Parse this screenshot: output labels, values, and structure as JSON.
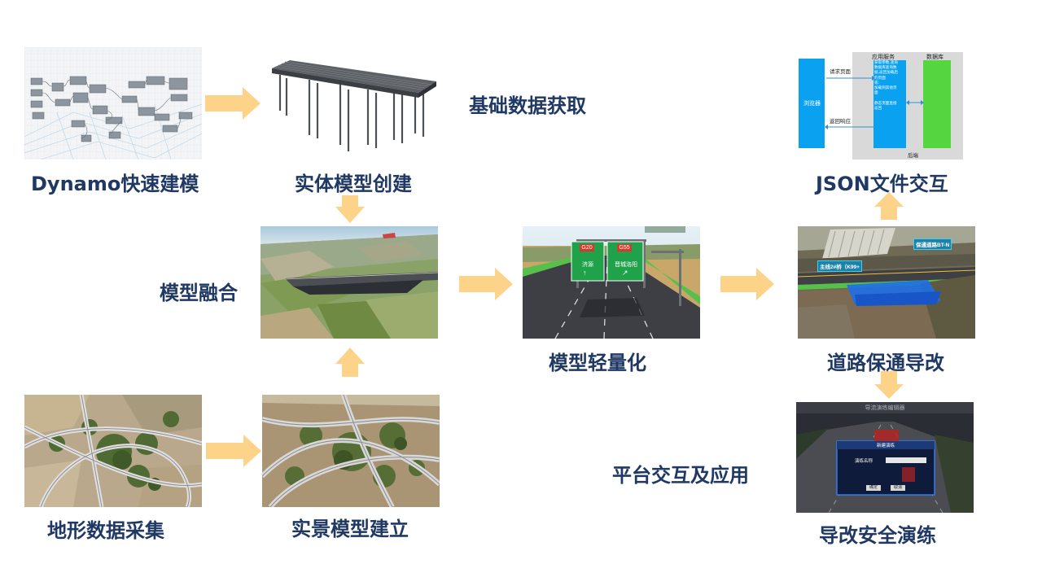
{
  "steps": {
    "dynamo": "Dynamo快速建模",
    "solid": "实体模型创建",
    "basic": "基础数据获取",
    "fusion": "模型融合",
    "terrain": "地形数据采集",
    "reality": "实景模型建立",
    "light": "模型轻量化",
    "json": "JSON文件交互",
    "road": "道路保通导改",
    "platform": "平台交互及应用",
    "drill": "导改安全演练"
  },
  "json_diagram": {
    "browser": "浏览器",
    "app_service": "应用服务",
    "database": "数据库",
    "request": "请求页面",
    "response": "返回响应",
    "backend": "后端",
    "service_text": [
      "获取参数,查询",
      "数据库查询数",
      "据,返回加载后",
      "的页面",
      "或:",
      "加载到其他页",
      "面",
      "",
      "静态页面直接",
      "返回"
    ]
  },
  "sign": {
    "left_code": "G20",
    "left_place": "济源",
    "right_code": "G55",
    "right_place": "晋城洛阳"
  },
  "road_labels": {
    "label1": "保通道路BT-N",
    "label2": "主线2#桥（K99+"
  },
  "sim": {
    "title": "导流演练编辑器",
    "dialog_title": "新建演练",
    "field": "演练名称",
    "ok": "确定",
    "cancel": "取消"
  },
  "colors": {
    "arrow": "#fdd38a",
    "caption": "#1f3864",
    "browser_blue": "#0aa2f0",
    "db_green": "#55d53f"
  }
}
